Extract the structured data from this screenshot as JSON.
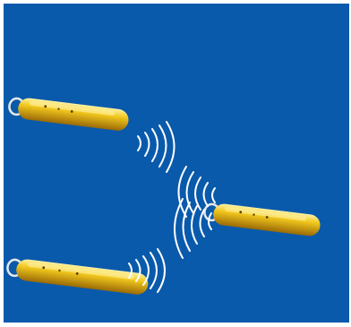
{
  "scene": {
    "background_color": "#0a5aac",
    "frame_color": "#ffffff",
    "vehicle_color": "#f2c81e",
    "vehicle_highlight": "#fff3a6",
    "vehicle_shadow": "#9a6a06",
    "signal_color": "#ffffff",
    "vehicles": [
      {
        "icon": "underwater-vehicle-icon",
        "role": "left-upper"
      },
      {
        "icon": "underwater-vehicle-icon",
        "role": "left-lower"
      },
      {
        "icon": "underwater-vehicle-icon",
        "role": "right-center"
      }
    ],
    "signals": [
      {
        "icon": "acoustic-signal-icon",
        "from": "left-upper"
      },
      {
        "icon": "acoustic-signal-icon",
        "from": "left-lower"
      },
      {
        "icon": "acoustic-signal-icon",
        "from": "right-center",
        "toward": "left-upper"
      },
      {
        "icon": "acoustic-signal-icon",
        "from": "right-center",
        "toward": "left-lower"
      }
    ]
  }
}
